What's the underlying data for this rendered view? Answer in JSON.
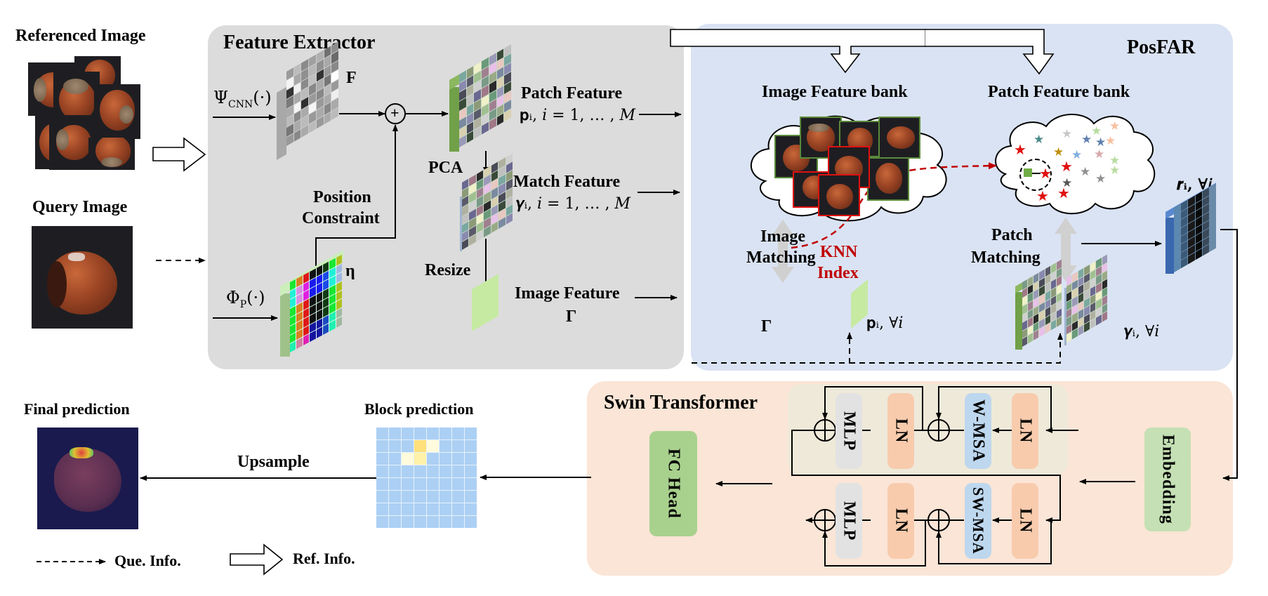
{
  "inputs": {
    "referenced_image_label": "Referenced Image",
    "query_image_label": "Query Image"
  },
  "feature_extractor": {
    "title": "Feature Extractor",
    "psi_cnn": "Ψ",
    "psi_sub": "CNN",
    "psi_arg": "(·)",
    "phi_p": "Φ",
    "phi_sub": "P",
    "phi_arg": "(·)",
    "F_label": "F",
    "eta_label": "η",
    "plus_symbol": "+",
    "position_constraint_line1": "Position",
    "position_constraint_line2": "Constraint",
    "pca_label": "PCA",
    "resize_label": "Resize",
    "patch_feature_title": "Patch Feature",
    "patch_feature_formula": "𝐩ᵢ, 𝑖 = 1, … , 𝑀",
    "match_feature_title": "Match Feature",
    "match_feature_formula": "𝜸ᵢ, 𝑖 = 1, … , 𝑀",
    "image_feature_title": "Image Feature",
    "image_feature_symbol": "Γ"
  },
  "posfar": {
    "title": "PosFAR",
    "image_bank_label": "Image Feature bank",
    "patch_bank_label": "Patch Feature bank",
    "image_matching_line1": "Image",
    "image_matching_line2": "Matching",
    "patch_matching_line1": "Patch",
    "patch_matching_line2": "Matching",
    "knn_line1": "KNN",
    "knn_line2": "Index",
    "gamma_symbol": "Γ",
    "p_forall": "𝐩ᵢ, ∀𝑖",
    "gamma_forall": "𝜸ᵢ, ∀𝑖",
    "r_forall": "𝒓ᵢ, ∀𝑖"
  },
  "swin": {
    "title": "Swin Transformer",
    "fc_head": "FC Head",
    "embedding": "Embedding",
    "top_row": [
      "MLP",
      "LN",
      "W-MSA",
      "LN"
    ],
    "bottom_row": [
      "MLP",
      "LN",
      "SW-MSA",
      "LN"
    ]
  },
  "outputs": {
    "final_prediction_label": "Final prediction",
    "block_prediction_label": "Block prediction",
    "upsample_label": "Upsample",
    "block_grid": {
      "rows": 8,
      "cols": 8,
      "highlighted_cells": [
        {
          "row": 1,
          "col": 3,
          "level": "high"
        },
        {
          "row": 1,
          "col": 4,
          "level": "low"
        },
        {
          "row": 2,
          "col": 2,
          "level": "low"
        },
        {
          "row": 2,
          "col": 3,
          "level": "mid"
        }
      ]
    }
  },
  "legend": {
    "query_info": "Que. Info.",
    "ref_info": "Ref. Info."
  },
  "colors": {
    "feature_extractor_bg": "#dcdcdc",
    "posfar_bg": "#dae3f3",
    "swin_bg": "#fbe5d6",
    "swin_inner_bg": "#efe9d9",
    "ln_box": "#f8cbad",
    "msa_box": "#bdd7ee",
    "mlp_box": "#e2e2e2",
    "fc_head": "#a9d18e",
    "embedding": "#c5e0b4",
    "knn_red": "#c00000",
    "block_blue": "#acd0f4",
    "block_high": "#ffe07a",
    "block_mid": "#fff2a8",
    "block_low": "#fffbdc",
    "image_feature_green": "#c6eaa2"
  }
}
